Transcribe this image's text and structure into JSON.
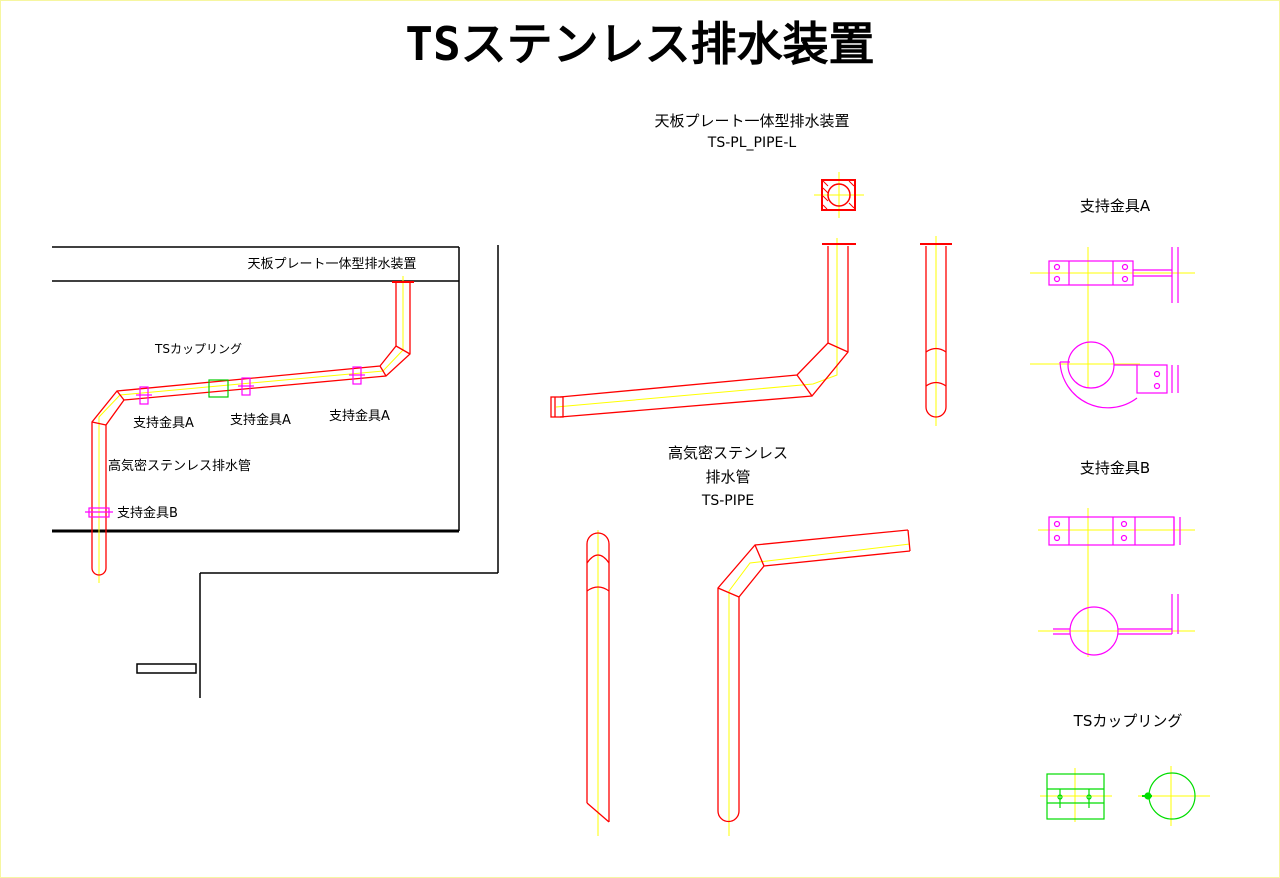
{
  "title": "TSステンレス排水装置",
  "installation": {
    "plate_label": "天板プレート一体型排水装置",
    "coupling_label": "TSカップリング",
    "bracket_a_labels": [
      "支持金具A",
      "支持金具A",
      "支持金具A"
    ],
    "pipe_label": "高気密ステンレス排水管",
    "bracket_b_label": "支持金具B"
  },
  "plate_pipe": {
    "name": "天板プレート一体型排水装置",
    "code": "TS-PL_PIPE-L"
  },
  "pipe": {
    "name_line1": "高気密ステンレス",
    "name_line2": "排水管",
    "code": "TS-PIPE"
  },
  "parts": {
    "bracket_a": "支持金具A",
    "bracket_b": "支持金具B",
    "coupling": "TSカップリング"
  },
  "colors": {
    "pipe": "#ff0000",
    "centerline": "#ffff00",
    "bracket": "#ff00ff",
    "coupling": "#00ff00",
    "outline": "#000000"
  }
}
